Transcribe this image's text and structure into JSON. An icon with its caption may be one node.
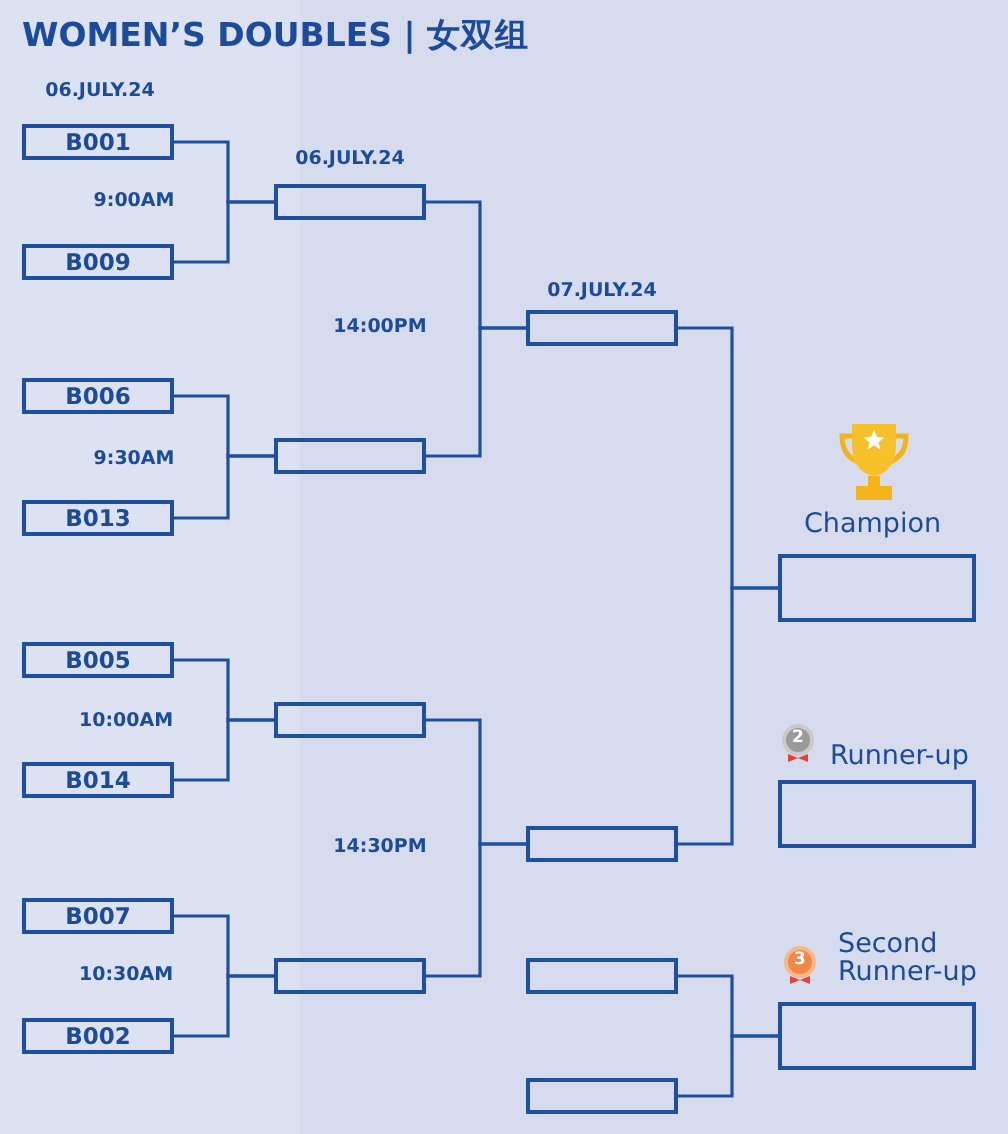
{
  "diagram": {
    "title": "WOMEN’S DOUBLES | 女双组",
    "nodes": [
      {
        "text": [
          "B001"
        ]
      },
      {
        "text": [
          "B009"
        ]
      },
      {
        "text": [
          "B006"
        ]
      },
      {
        "text": [
          "B013"
        ]
      },
      {
        "text": [
          "B005"
        ]
      },
      {
        "text": [
          "B014"
        ]
      },
      {
        "text": [
          "B007"
        ]
      },
      {
        "text": [
          "B002"
        ]
      },
      {
        "text": [],
        "shape": "box"
      },
      {
        "text": [],
        "shape": "box"
      },
      {
        "text": [],
        "shape": "box"
      },
      {
        "text": [],
        "shape": "box"
      },
      {
        "text": [],
        "shape": "box"
      },
      {
        "text": [],
        "shape": "box"
      },
      {
        "text": [
          "Champion"
        ]
      },
      {
        "text": [
          "Runner-up"
        ]
      },
      {
        "text": [
          "Second Runner-up"
        ]
      },
      {
        "text": [],
        "shape": "box"
      },
      {
        "text": [],
        "shape": "box"
      }
    ],
    "edges": [
      {
        "from": 0,
        "to": 8,
        "arrow": "none"
      },
      {
        "from": 1,
        "to": 8,
        "arrow": "none"
      },
      {
        "from": 2,
        "to": 9,
        "arrow": "none"
      },
      {
        "from": 3,
        "to": 9,
        "arrow": "none"
      },
      {
        "from": 4,
        "to": 10,
        "arrow": "none"
      },
      {
        "from": 5,
        "to": 10,
        "arrow": "none"
      },
      {
        "from": 6,
        "to": 11,
        "arrow": "none"
      },
      {
        "from": 7,
        "to": 11,
        "arrow": "none"
      },
      {
        "from": 8,
        "to": 12,
        "arrow": "none"
      },
      {
        "from": 9,
        "to": 12,
        "arrow": "none"
      },
      {
        "from": 10,
        "to": 13,
        "arrow": "none"
      },
      {
        "from": 11,
        "to": 13,
        "arrow": "none"
      },
      {
        "from": 12,
        "to": 14,
        "arrow": "none"
      },
      {
        "from": 13,
        "to": 14,
        "arrow": "none"
      },
      {
        "from": 17,
        "to": 16,
        "arrow": "none"
      },
      {
        "from": 18,
        "to": 16,
        "arrow": "none"
      }
    ],
    "labels": [
      "06.JULY.24",
      "9:00AM",
      "06.JULY.24",
      "14:00PM",
      "07.JULY.24",
      "9:30AM",
      "10:00AM",
      "14:30PM",
      "10:30AM",
      "2",
      "3"
    ]
  }
}
